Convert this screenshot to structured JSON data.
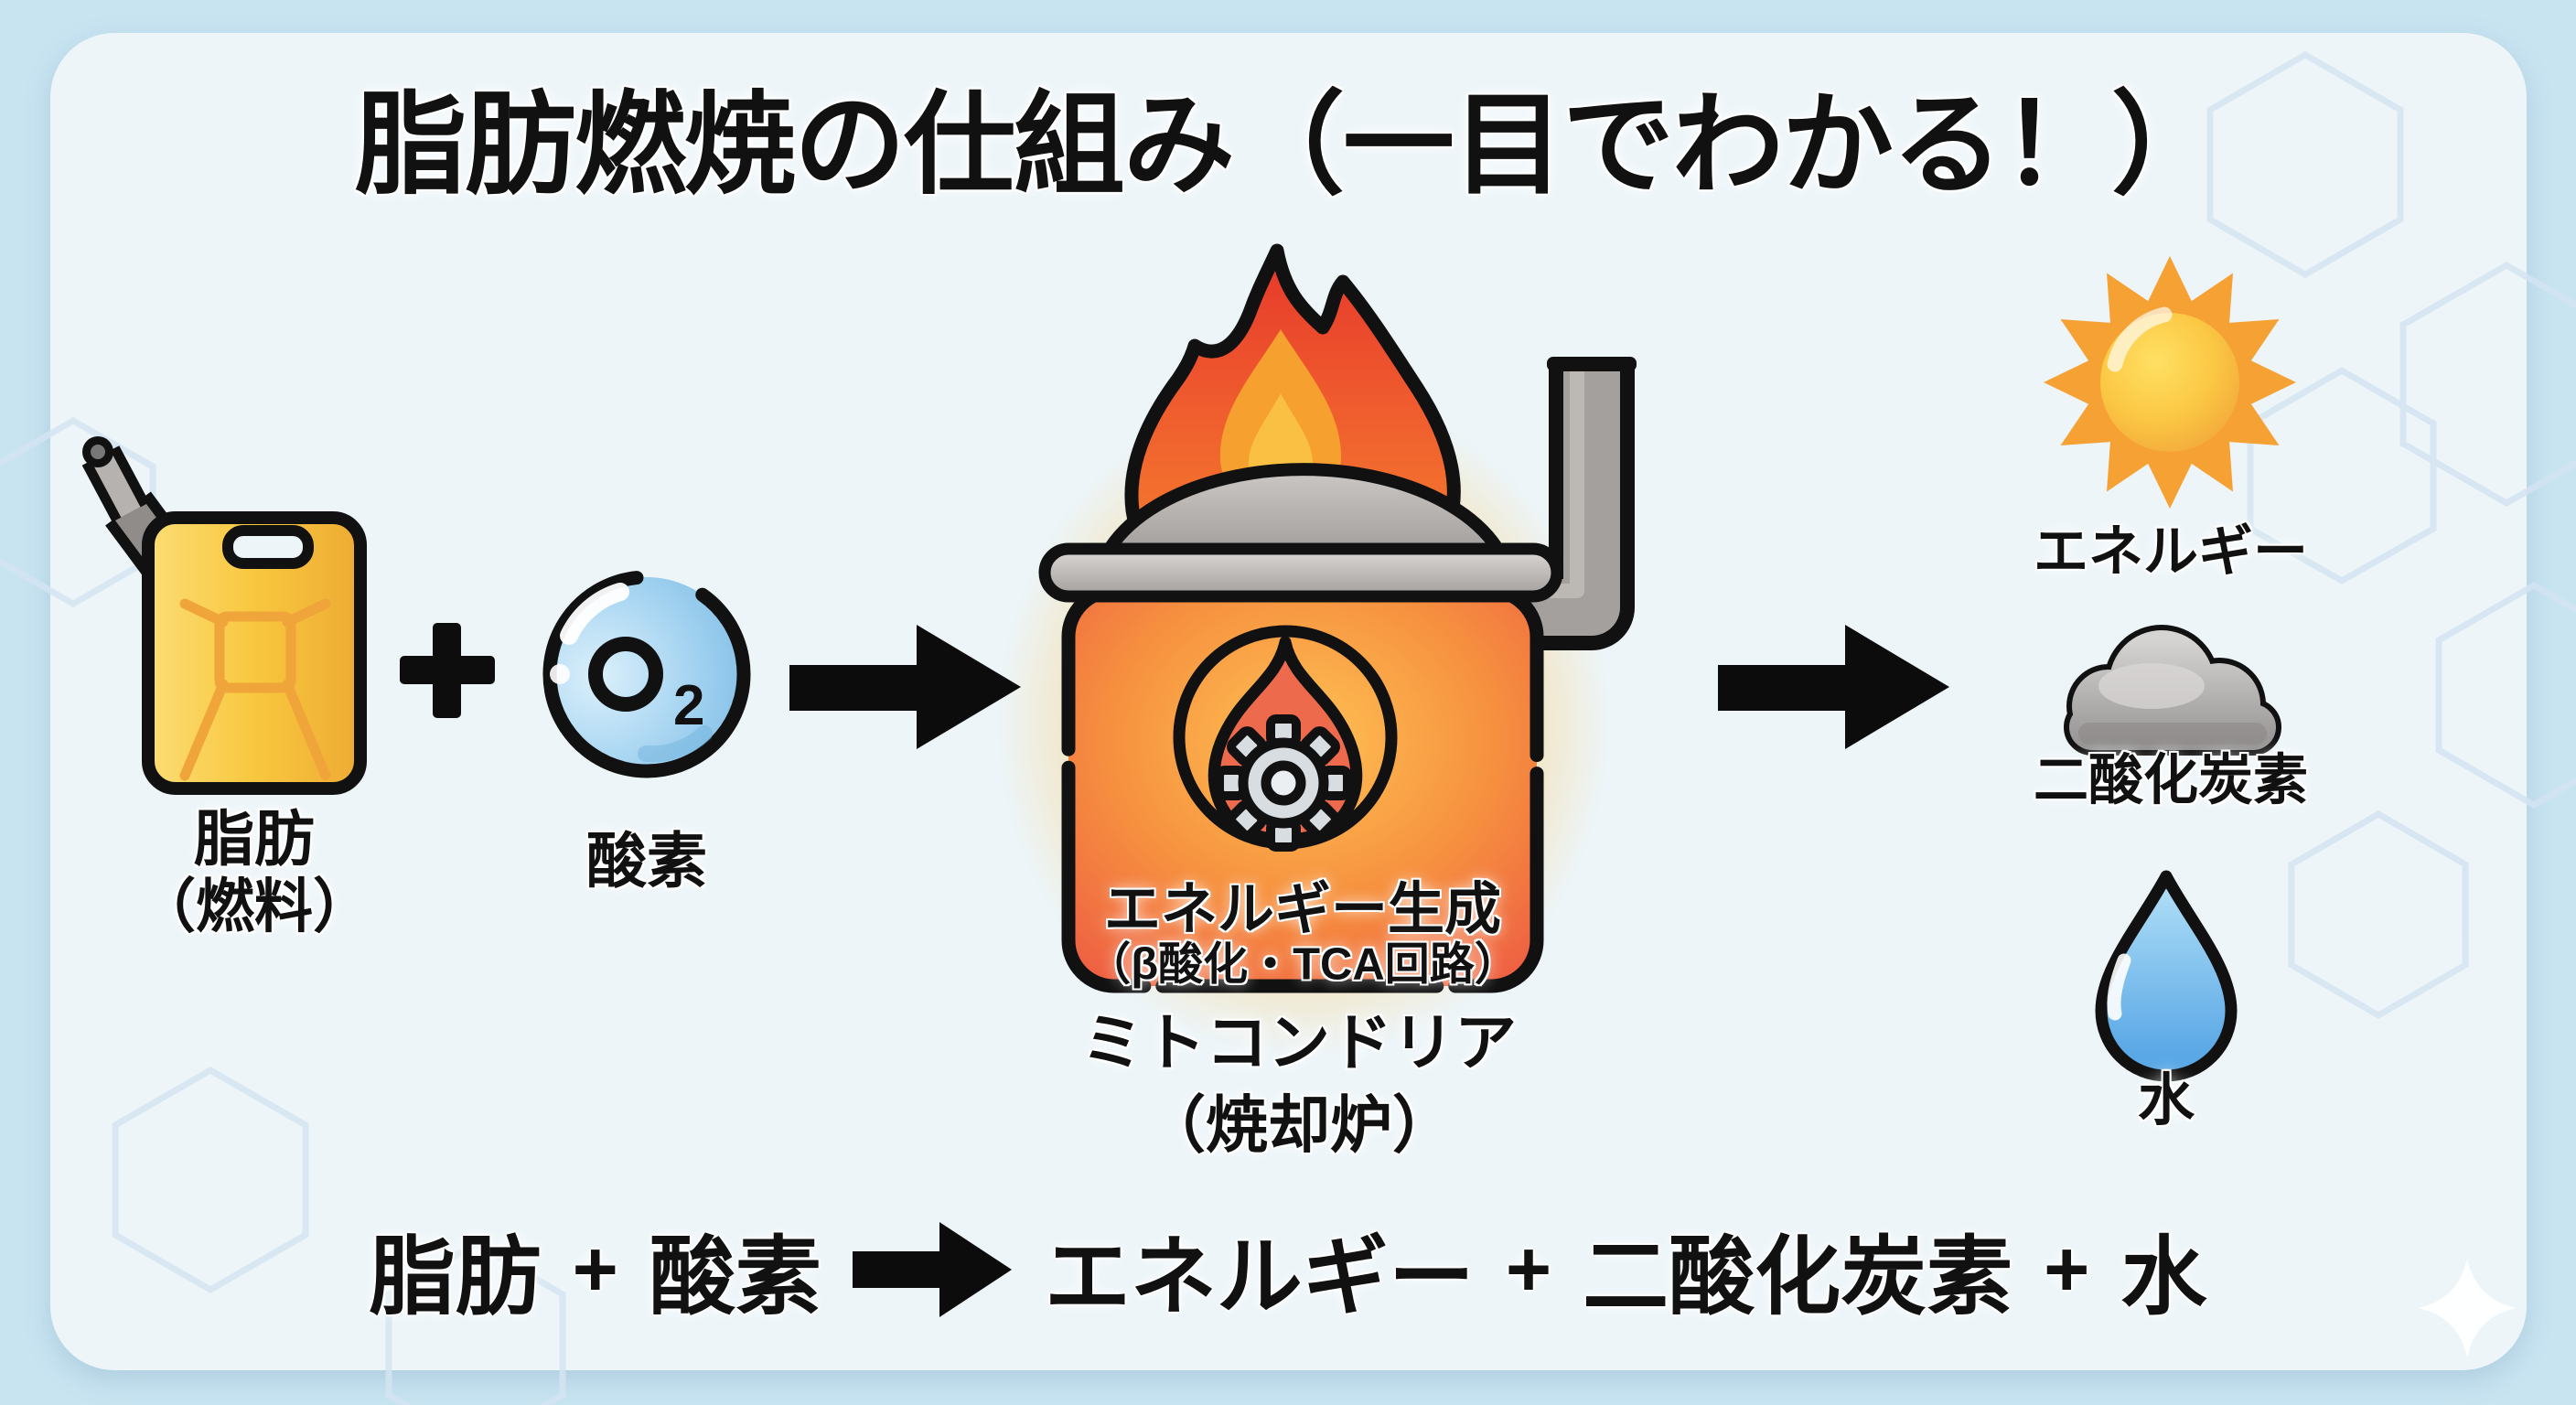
{
  "title": "脂肪燃焼の仕組み（一目でわかる！）",
  "inputs": {
    "fat": {
      "label": "脂肪",
      "sublabel": "（燃料）",
      "icon": "fuel-can-icon"
    },
    "plus": "+",
    "oxygen": {
      "label": "酸素",
      "formula": "O2",
      "subscript": "2",
      "icon": "oxygen-bubble-icon"
    }
  },
  "process": {
    "heading": "エネルギー生成",
    "subheading": "（β酸化・TCA回路）",
    "label": "ミトコンドリア",
    "sublabel": "（焼却炉）",
    "icon": "furnace-icon"
  },
  "outputs": [
    {
      "label": "エネルギー",
      "icon": "sun-icon"
    },
    {
      "label": "二酸化炭素",
      "icon": "cloud-icon"
    },
    {
      "label": "水",
      "icon": "water-drop-icon"
    }
  ],
  "equation": {
    "terms": [
      "脂肪",
      "+",
      "酸素",
      "→",
      "エネルギー",
      "+",
      "二酸化炭素",
      "+",
      "水"
    ]
  },
  "colors": {
    "background": "#c8e4f1",
    "card": "#edf5f9",
    "ink": "#111111",
    "can_yellow": "#f8c73f",
    "bubble_blue": "#a9d6f2",
    "furnace_orange": "#f6903f",
    "flame_red": "#e6382a",
    "sun_yellow": "#fbc844",
    "cloud_gray": "#b5b2b0",
    "drop_blue": "#5ba8e6"
  }
}
